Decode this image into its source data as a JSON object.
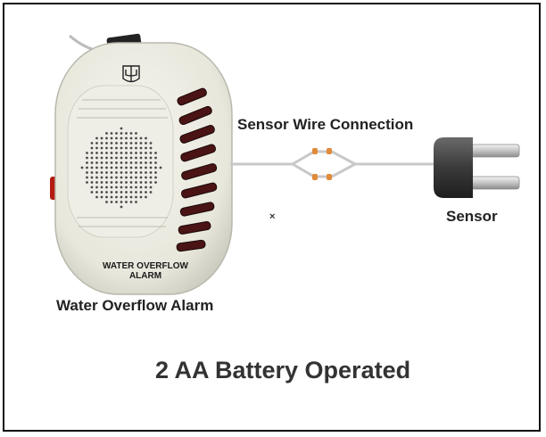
{
  "labels": {
    "wire": "Sensor Wire Connection",
    "sensor": "Sensor",
    "alarm_caption": "Water Overflow Alarm",
    "device_line1": "WATER OVERFLOW",
    "device_line2": "ALARM",
    "battery": "2 AA Battery Operated"
  },
  "icons": {
    "logo": "trident-shield-logo-icon",
    "speaker": "speaker-grille-icon"
  },
  "colors": {
    "device_body": "#ecebe2",
    "vents": "#5a1a1a",
    "switch": "#b51a12",
    "wire": "#c8c8c8",
    "connector": "#e08a3a",
    "sensor_cap": "#3a3a3a",
    "sensor_prong": "#d9d9d9"
  }
}
